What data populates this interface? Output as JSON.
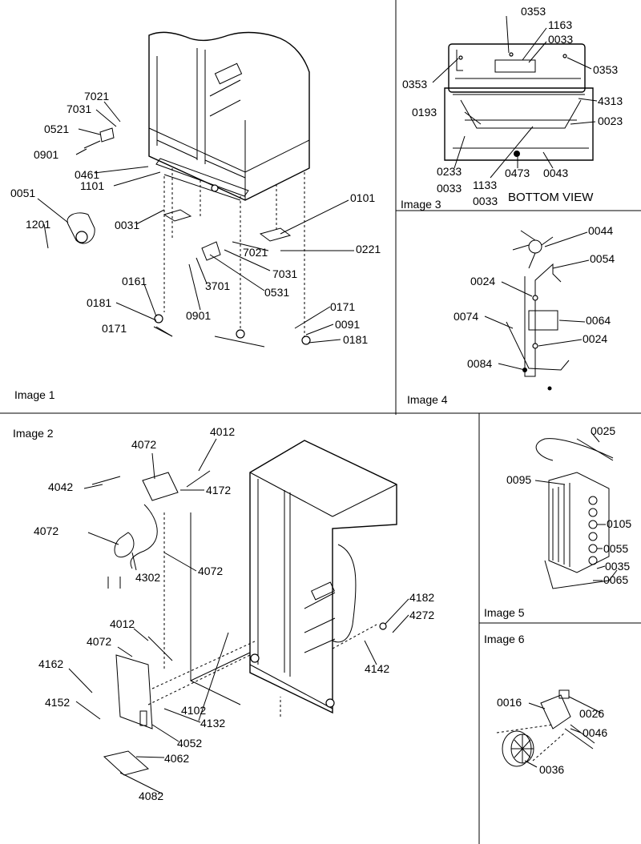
{
  "panels": {
    "p1": "Image 1",
    "p2": "Image 2",
    "p3": "Image 3",
    "p4": "Image 4",
    "p5": "Image 5",
    "p6": "Image 6"
  },
  "bottom_view": "BOTTOM VIEW",
  "img1": [
    "7021",
    "7031",
    "0521",
    "0901",
    "0461",
    "1101",
    "0051",
    "1201",
    "0031",
    "0101",
    "7021",
    "7031",
    "0221",
    "0531",
    "3701",
    "0901",
    "0161",
    "0181",
    "0171",
    "0171",
    "0091",
    "0181"
  ],
  "img2": [
    "4072",
    "4012",
    "4042",
    "4172",
    "4072",
    "4302",
    "4072",
    "4012",
    "4072",
    "4162",
    "4152",
    "4102",
    "4132",
    "4052",
    "4062",
    "4082",
    "4182",
    "4272",
    "4142"
  ],
  "img3": [
    "0353",
    "1163",
    "0033",
    "0353",
    "0353",
    "0193",
    "4313",
    "0023",
    "0233",
    "0033",
    "1133",
    "0033",
    "0473",
    "0043"
  ],
  "img4": [
    "0044",
    "0054",
    "0024",
    "0064",
    "0074",
    "0024",
    "0084"
  ],
  "img5": [
    "0025",
    "0095",
    "0105",
    "0055",
    "0035",
    "0065"
  ],
  "img6": [
    "0016",
    "0026",
    "0046",
    "0036"
  ]
}
